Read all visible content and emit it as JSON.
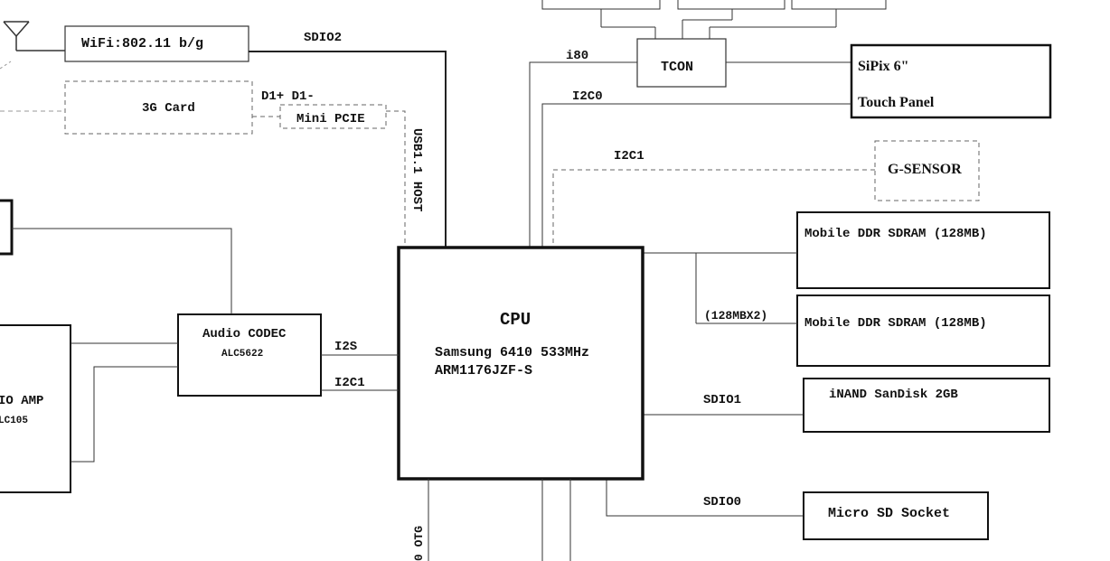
{
  "blocks": {
    "wifi": "WiFi:802.11 b/g",
    "card3g": "3G Card",
    "mini_pcie": "Mini PCIE",
    "tcon": "TCON",
    "display_line1": "SiPix 6\"",
    "display_line2": "Touch Panel",
    "gsensor": "G-SENSOR",
    "ddr1": "Mobile DDR SDRAM (128MB)",
    "ddr2": "Mobile DDR SDRAM (128MB)",
    "inand": "iNAND SanDisk 2GB",
    "microsd": "Micro SD  Socket",
    "codec_title": "Audio CODEC",
    "codec_part": "ALC5622",
    "amp_title": "IO AMP",
    "amp_part": "LC105",
    "cpu_title": "CPU",
    "cpu_line1": "Samsung 6410 533MHz",
    "cpu_line2": "ARM1176JZF-S"
  },
  "buses": {
    "sdio2": "SDIO2",
    "d1": "D1+ D1-",
    "usb_host": "USB1.1 HOST",
    "i80": "i80",
    "i2c0": "I2C0",
    "i2c1_top": "I2C1",
    "ddr_x2": "(128MBX2)",
    "sdio1": "SDIO1",
    "sdio0": "SDIO0",
    "i2s": "I2S",
    "i2c1_codec": "I2C1",
    "otg": "0 OTG"
  }
}
